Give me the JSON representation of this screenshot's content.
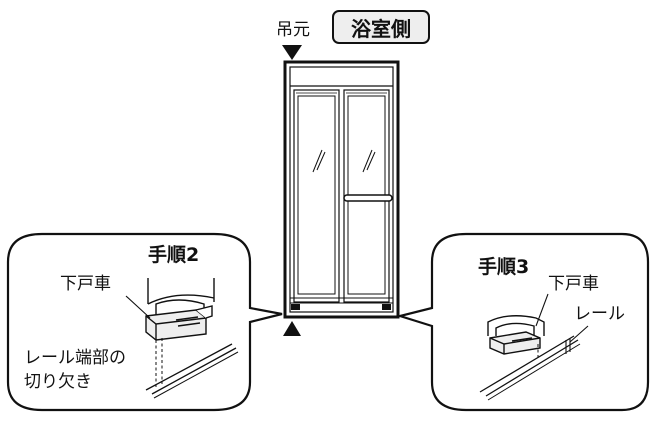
{
  "top": {
    "hanger_label": "吊元",
    "side_badge": "浴室側"
  },
  "callout_left": {
    "step_title": "手順2",
    "roller_label": "下戸車",
    "notch_label_line1": "レール端部の",
    "notch_label_line2": "切り欠き"
  },
  "callout_right": {
    "step_title": "手順3",
    "roller_label": "下戸車",
    "rail_label": "レール"
  },
  "colors": {
    "line": "#111111",
    "part_fill": "#eeeeee",
    "badge_fill": "#eeeeee"
  }
}
